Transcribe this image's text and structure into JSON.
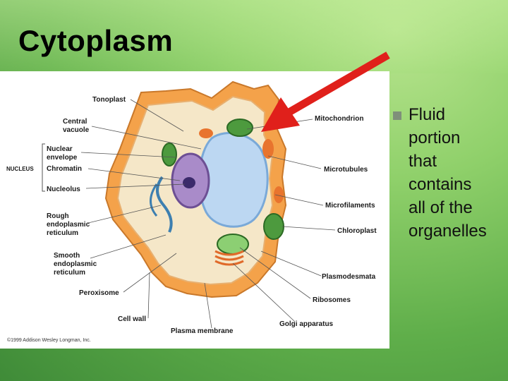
{
  "slide": {
    "title": "Cytoplasm",
    "bullet": "Fluid\nportion\nthat\ncontains\nall of the\norganelles"
  },
  "diagram": {
    "labels": {
      "tonoplast": "Tonoplast",
      "central_vacuole": "Central\nvacuole",
      "nuclear_envelope": "Nuclear\nenvelope",
      "nucleus": "NUCLEUS",
      "chromatin": "Chromatin",
      "nucleolus": "Nucleolus",
      "rough_er": "Rough\nendoplasmic\nreticulum",
      "smooth_er": "Smooth\nendoplasmic\nreticulum",
      "peroxisome": "Peroxisome",
      "cell_wall": "Cell wall",
      "plasma_membrane": "Plasma membrane",
      "golgi": "Golgi apparatus",
      "ribosomes": "Ribosomes",
      "plasmodesmata": "Plasmodesmata",
      "chloroplast": "Chloroplast",
      "microfilaments": "Microfilaments",
      "microtubules": "Microtubules",
      "mitochondrion": "Mitochondrion"
    },
    "copyright": "©1999 Addison Wesley Longman, Inc.",
    "colors": {
      "cell_wall": "#f4a24a",
      "cytoplasm": "#f5e7c8",
      "vacuole": "#bcd7f2",
      "nucleus": "#a98bc9",
      "chloroplast": "#4d9a3e",
      "arrow": "#e0201b"
    }
  }
}
